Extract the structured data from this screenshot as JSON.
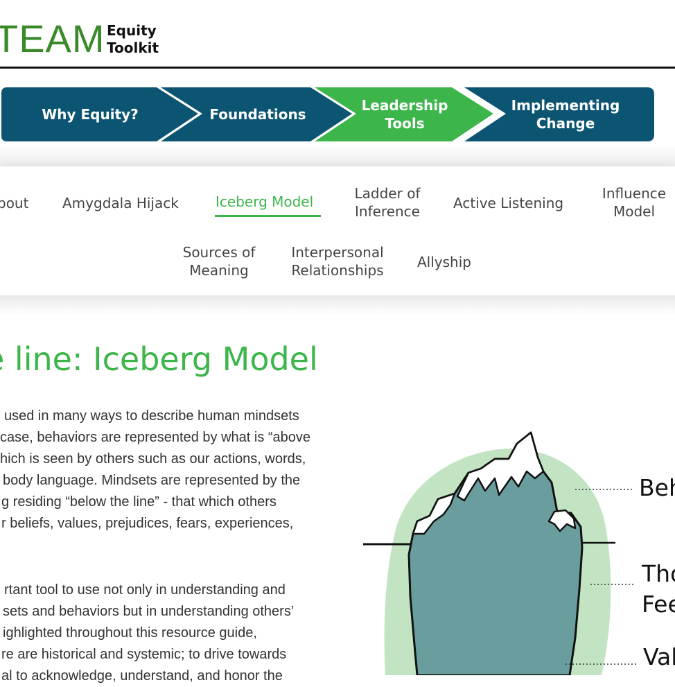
{
  "header": {
    "logo_main": "TEAM",
    "logo_sub_line1": "Equity",
    "logo_sub_line2": "Toolkit"
  },
  "stepper": {
    "steps": [
      {
        "label": "Why Equity?",
        "active": false
      },
      {
        "label": "Foundations",
        "active": false
      },
      {
        "label": "Leadership Tools",
        "active": true
      },
      {
        "label": "Implementing Change",
        "active": false
      }
    ],
    "colors": {
      "default": "#0c5572",
      "active": "#3cb64a"
    }
  },
  "subnav": {
    "items": [
      {
        "label": "bout",
        "active": false
      },
      {
        "label": "Amygdala Hijack",
        "active": false
      },
      {
        "label": "Iceberg Model",
        "active": true
      },
      {
        "label": "Ladder of Inference",
        "active": false
      },
      {
        "label": "Active Listening",
        "active": false
      },
      {
        "label": "Influence Model",
        "active": false
      },
      {
        "label": "Sources of Meaning",
        "active": false
      },
      {
        "label": "Interpersonal Relationships",
        "active": false
      },
      {
        "label": "Allyship",
        "active": false
      }
    ]
  },
  "main": {
    "title": "e line: Iceberg Model",
    "paragraph1": [
      "used in many ways to describe human mindsets",
      "case, behaviors are represented by what is “above",
      "hich is seen by others such as our actions, words,",
      "body language.  Mindsets are represented by the",
      "g residing “below the line” - that which others",
      "r beliefs, values, prejudices, fears, experiences,"
    ],
    "paragraph2": [
      "rtant tool to use not only in understanding and",
      "sets and behaviors but in understanding others’",
      "ighlighted throughout this resource guide,",
      "re are historical and systemic; to drive towards",
      "al to acknowledge, understand, and honor the"
    ]
  },
  "iceberg": {
    "labels": {
      "behaviors": "Beh",
      "thoughts_line1": "Tho",
      "thoughts_line2": "Fee",
      "values": "Val"
    },
    "colors": {
      "ice": "#6a9e9e",
      "snow": "#ffffff",
      "halo": "#c3e4c3",
      "outline": "#111111"
    }
  }
}
